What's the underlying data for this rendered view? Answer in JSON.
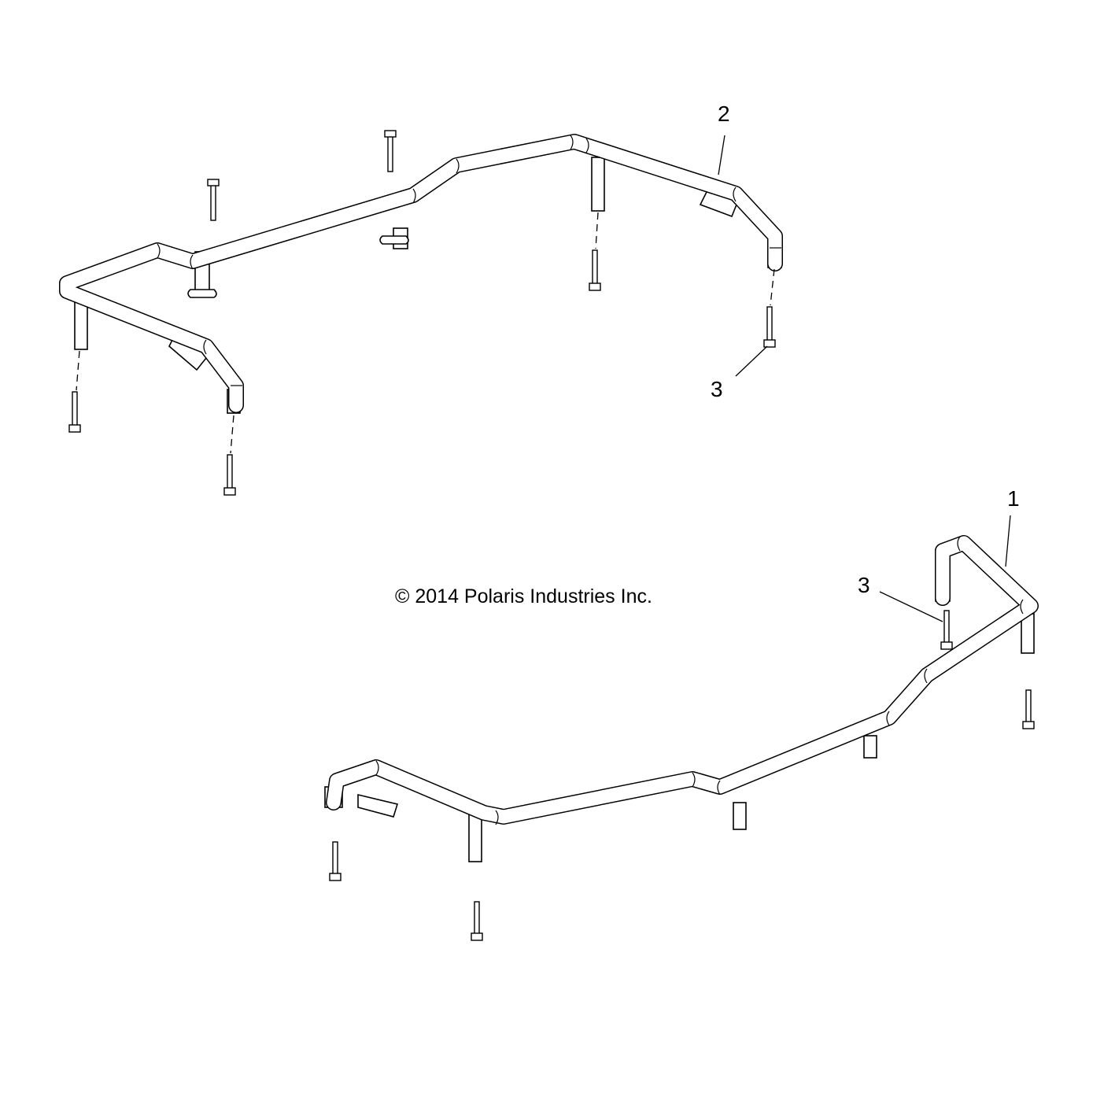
{
  "diagram": {
    "type": "exploded parts diagram",
    "subject": "Rack rail assemblies with mounting bolts",
    "copyright": "© 2014 Polaris Industries Inc.",
    "callouts": [
      {
        "id": "callout-2",
        "label": "2",
        "part": "upper rail assembly"
      },
      {
        "id": "callout-3a",
        "label": "3",
        "part": "bolt (upper assembly)"
      },
      {
        "id": "callout-1",
        "label": "1",
        "part": "lower rail assembly"
      },
      {
        "id": "callout-3b",
        "label": "3",
        "part": "bolt (lower assembly)"
      }
    ],
    "colors": {
      "line": "#000000",
      "background": "#ffffff"
    }
  }
}
